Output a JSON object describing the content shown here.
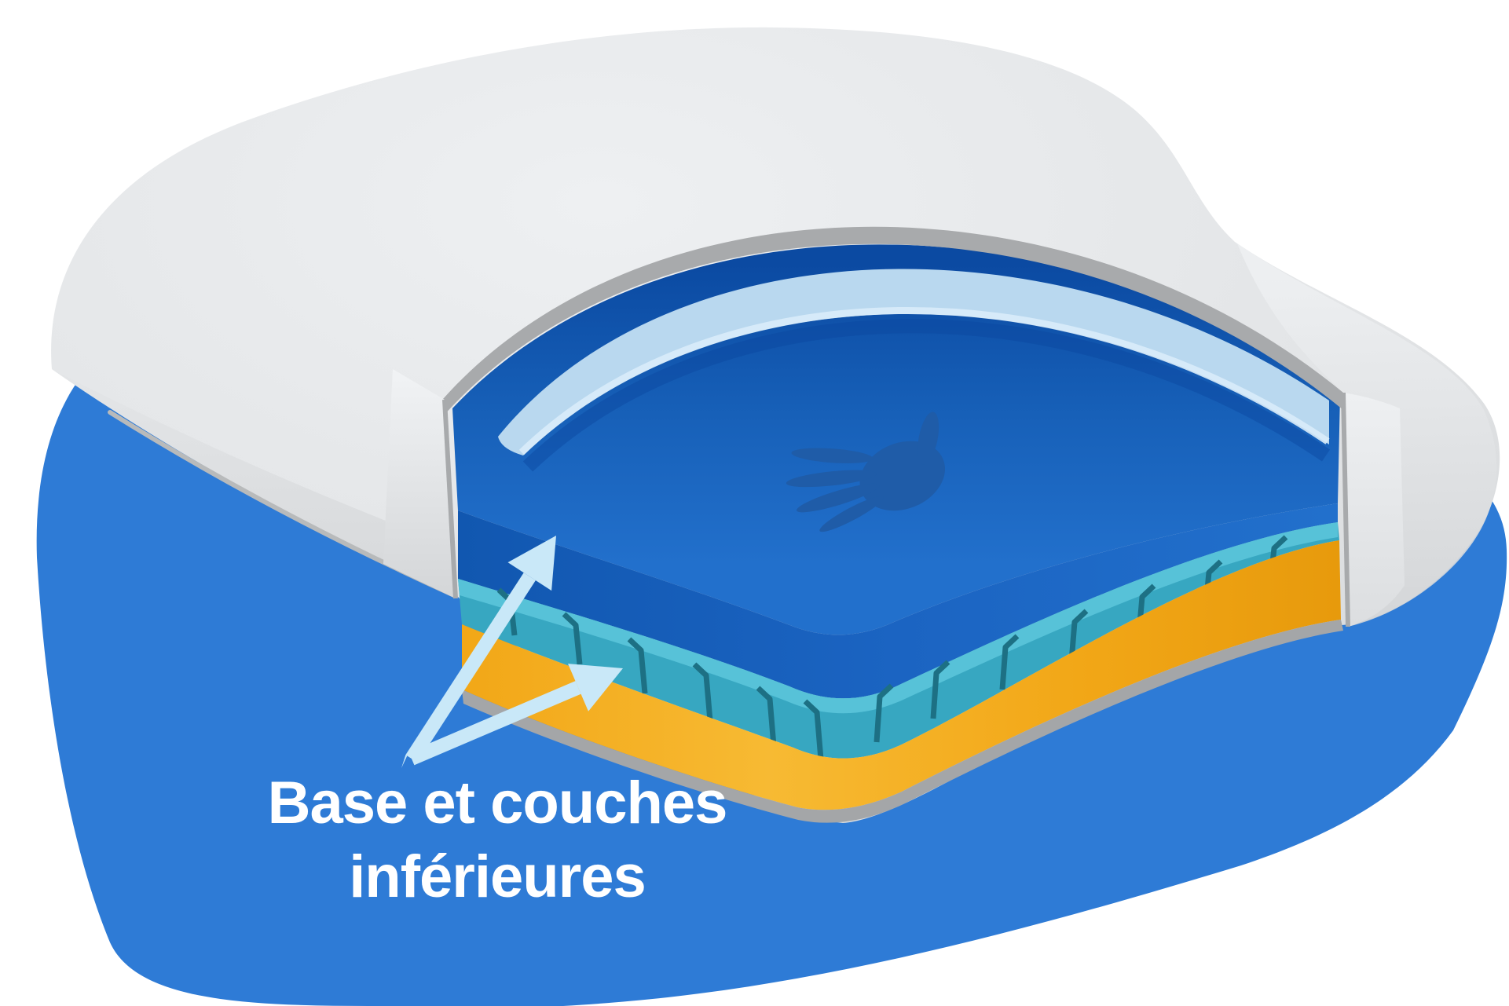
{
  "caption": {
    "line1": "Base et couches",
    "line2": "inférieures"
  },
  "icons": {
    "hand_imprint": "hand-imprint-icon",
    "annotation_arrows": "arrow-icon"
  },
  "layers": {
    "teal_groove_count": 13
  },
  "colors": {
    "blob": "#2E7BD6",
    "shell_light": "#EEF0F2",
    "shell_mid": "#E3E5E7",
    "shell_dark": "#D3D5D7",
    "shell_edge": "#B8BABB",
    "cut_rim": "#A8AAAC",
    "base_rim": "#A4A6A8",
    "left_wall": "#F1F3F5",
    "right_wall": "#DCDEE0",
    "cover": "#B9D8EF",
    "cover_edge": "#D9ECF9",
    "cover_shadow": "#0A47A0",
    "foam_dark": "#0B4AA2",
    "foam": "#1760B8",
    "foam_light": "#2270CC",
    "foam_face": "#1B64C2",
    "foam_face_dark": "#1157B0",
    "hand": "#1F5CA8",
    "teal_top": "#57C2D8",
    "teal": "#37A7C1",
    "teal_groove": "#1D7084",
    "orange": "#F2A717",
    "orange_light": "#F7BA33",
    "orange_dark": "#E79A0C",
    "arrow": "#C9E8F8",
    "text": "#FFFFFF"
  }
}
